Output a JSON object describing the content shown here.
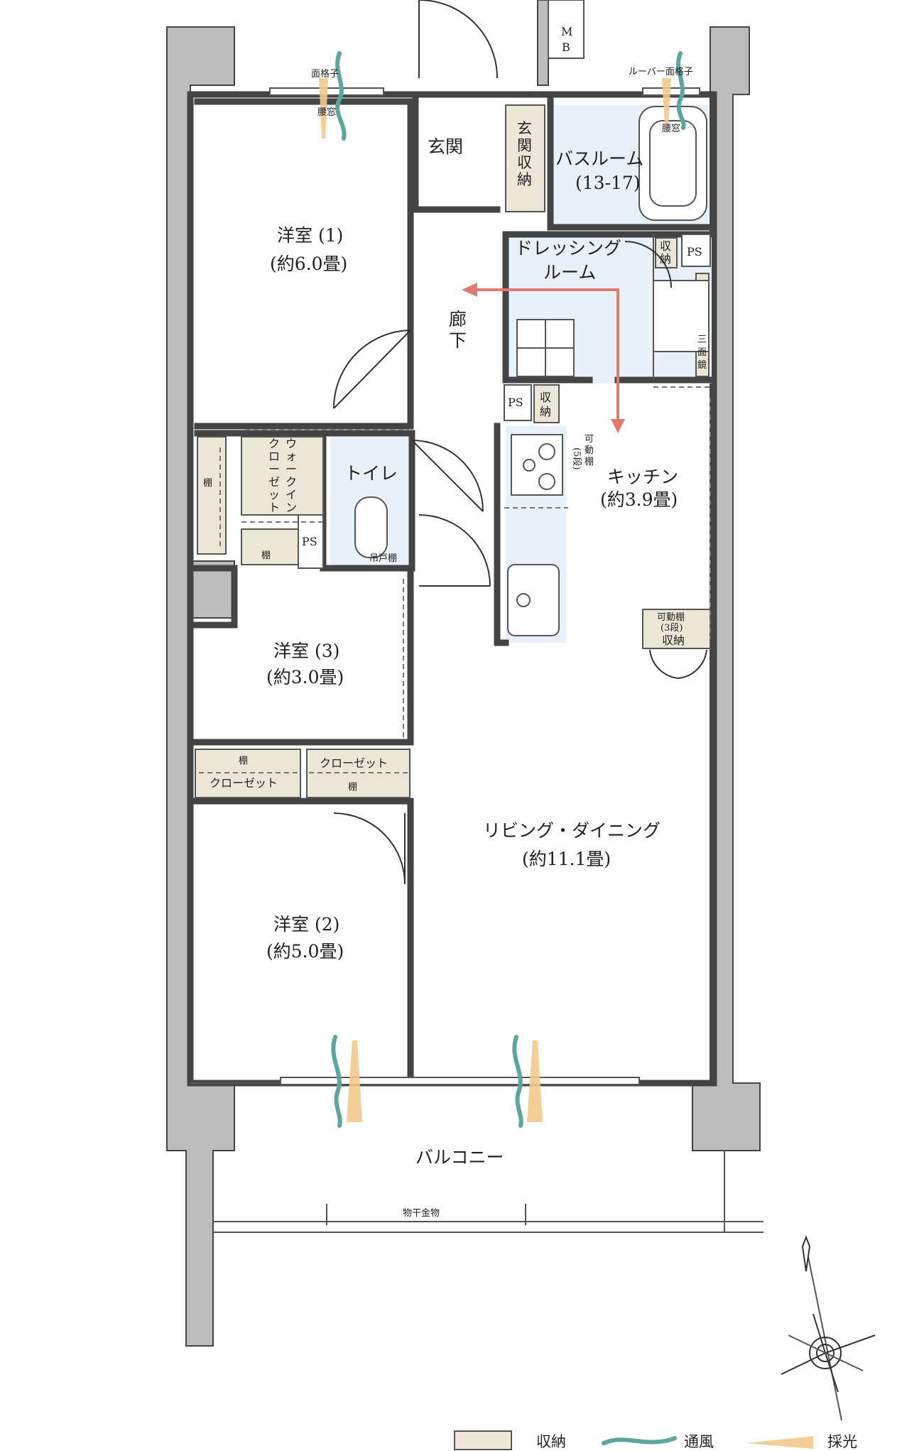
{
  "rooms": {
    "western1": {
      "name": "洋室 (1)",
      "size": "(約6.0畳)"
    },
    "western2": {
      "name": "洋室 (2)",
      "size": "(約5.0畳)"
    },
    "western3": {
      "name": "洋室 (3)",
      "size": "(約3.0畳)"
    },
    "ldk": {
      "name": "リビング・ダイニング",
      "size": "(約11.1畳)"
    },
    "kitchen": {
      "name": "キッチン",
      "size": "(約3.9畳)"
    },
    "bathroom": {
      "name": "バスルーム",
      "size": "(13-17)"
    },
    "dressing": {
      "line1": "ドレッシング",
      "line2": "ルーム"
    },
    "toilet": {
      "name": "トイレ"
    },
    "entrance": {
      "name": "玄関"
    },
    "hallway": {
      "line1": "廊",
      "line2": "下"
    },
    "balcony": {
      "name": "バルコニー"
    }
  },
  "labels": {
    "entrance_storage": [
      "玄",
      "関",
      "収",
      "納"
    ],
    "mb": [
      "M",
      "B"
    ],
    "mengoushi": "面格子",
    "louver_mengoushi": "ルーバー面格子",
    "koshimado": "腰窓",
    "ps": "PS",
    "shuno": "収納",
    "shuno_v": [
      "収",
      "納"
    ],
    "sanmenkyo": [
      "三",
      "面",
      "鏡"
    ],
    "wic": [
      "ウ",
      "ォ",
      "ー",
      "ク",
      "イ",
      "ン"
    ],
    "wic2": [
      "ク",
      "ロ",
      "ー",
      "ゼ",
      "ッ",
      "ト"
    ],
    "tana": "棚",
    "tsuridana": "吊戸棚",
    "kado_5": [
      "可",
      "動",
      "棚"
    ],
    "kado_5_num": "(5段)",
    "kado_3": "可動棚",
    "kado_3_num": "(3段)",
    "closet": "クローゼット",
    "monohoshi": "物干金物"
  },
  "legend": {
    "storage": "収納",
    "ventilation": "通風",
    "daylight": "採光"
  },
  "colors": {
    "storage": "#ebe6d6",
    "wet_area": "#e8f1f8",
    "ventilation": "#5ba79d",
    "daylight": "#f2c98b",
    "flow_arrow": "#e07a70",
    "wall": "#bdbdbd"
  }
}
